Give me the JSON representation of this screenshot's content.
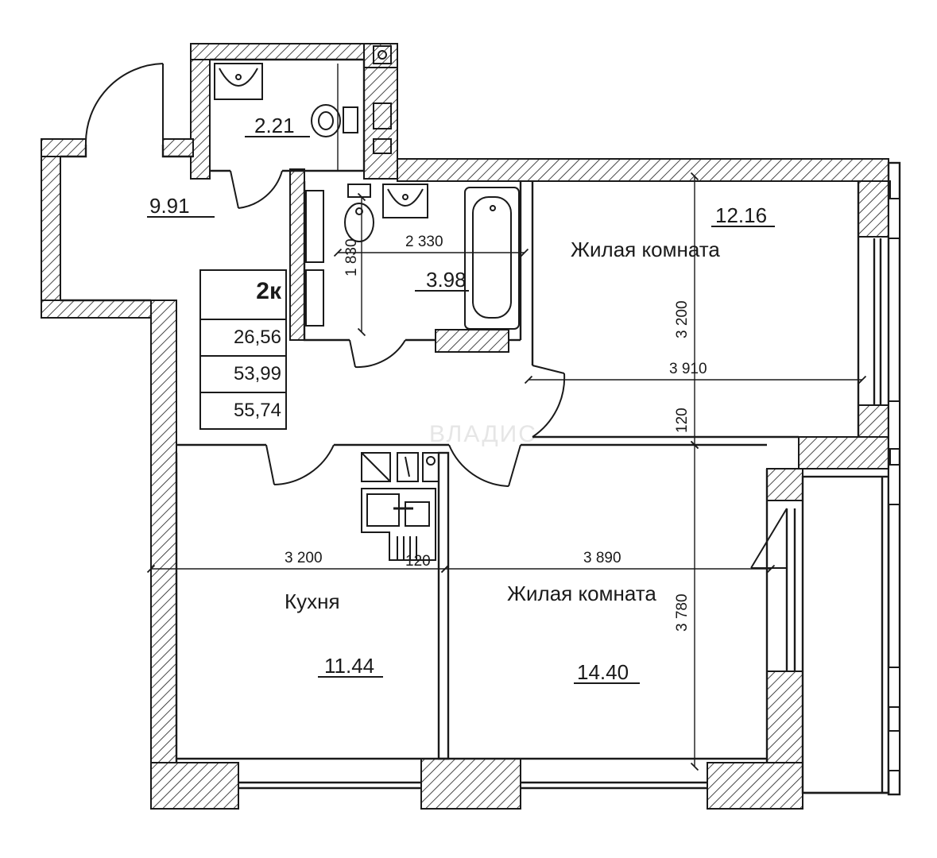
{
  "plan": {
    "type": "2k",
    "summary": {
      "label": "2к",
      "living_area": "26,56",
      "total_area": "53,99",
      "total_area_with_balcony": "55,74"
    },
    "rooms": [
      {
        "id": "hall",
        "name": "",
        "area": "9.91"
      },
      {
        "id": "wc",
        "name": "",
        "area": "2.21"
      },
      {
        "id": "bath",
        "name": "",
        "area": "3.98"
      },
      {
        "id": "bedroom",
        "name": "Жилая комната",
        "area": "12.16"
      },
      {
        "id": "kitchen",
        "name": "Кухня",
        "area": "11.44"
      },
      {
        "id": "living",
        "name": "Жилая комната",
        "area": "14.40"
      }
    ],
    "dimensions": {
      "bath_width": "2 330",
      "bath_depth": "1 830",
      "bedroom_depth": "3 200",
      "bedroom_width": "3 910",
      "partition_1": "120",
      "kitchen_width": "3 200",
      "partition_2": "120",
      "living_width": "3 890",
      "living_depth": "3 780"
    },
    "watermark": "ВЛАДИС",
    "colors": {
      "line": "#1a1a1a",
      "hatch": "#1a1a1a",
      "background": "#ffffff"
    }
  }
}
